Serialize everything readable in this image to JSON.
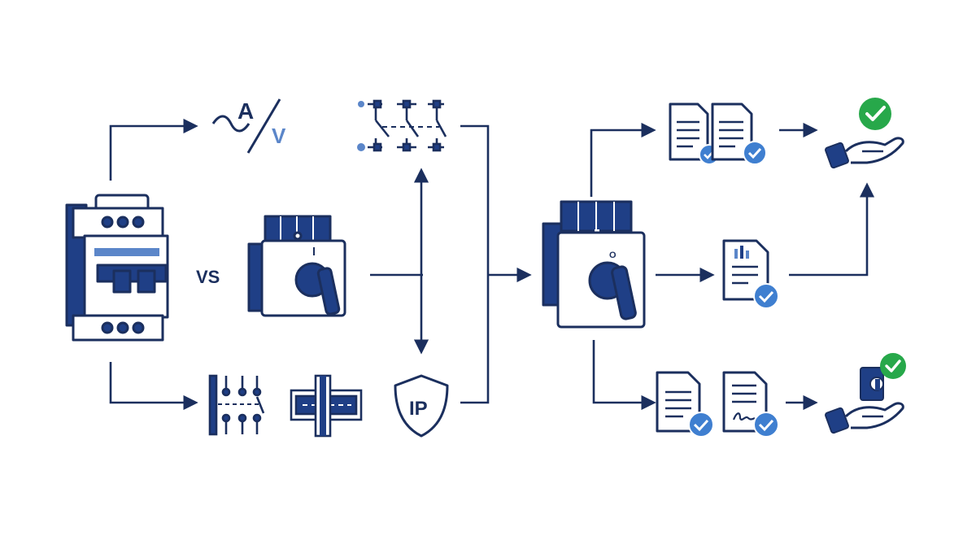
{
  "colors": {
    "navy": "#1f3f86",
    "blue_light": "#5b86c9",
    "check_blue": "#3f7fd0",
    "check_green": "#27a84a",
    "stroke": "#1b2f5e",
    "background": "#ffffff"
  },
  "labels": {
    "vs": "VS",
    "amp": "A",
    "volt": "V",
    "ip": "IP",
    "off_mark": "O",
    "on_mark": "I"
  },
  "icons": [
    "mcb-breaker-icon",
    "rotary-isolator-icon",
    "rotary-isolator-main-icon",
    "ac-voltage-current-icon",
    "multipole-switch-schematic-icon",
    "contact-schematic-icon",
    "din-rail-icon",
    "ip-shield-icon",
    "document-check-icon",
    "chart-report-check-icon",
    "signed-document-check-icon",
    "hand-check-icon",
    "hand-device-check-icon"
  ]
}
